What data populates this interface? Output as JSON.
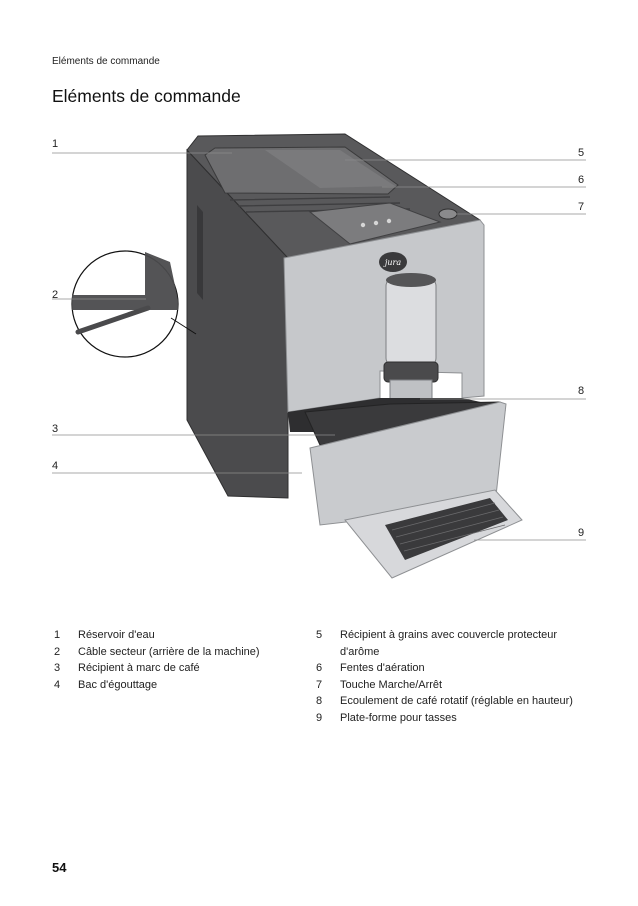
{
  "header": {
    "running_title": "Eléments de commande"
  },
  "title": "Eléments de commande",
  "logo": {
    "text": "jura"
  },
  "callouts": [
    "1",
    "2",
    "3",
    "4",
    "5",
    "6",
    "7",
    "8",
    "9"
  ],
  "legend_left": [
    {
      "num": "1",
      "text": "Réservoir d'eau"
    },
    {
      "num": "2",
      "text": "Câble secteur (arrière de la machine)"
    },
    {
      "num": "3",
      "text": "Récipient à marc de café"
    },
    {
      "num": "4",
      "text": "Bac d'égouttage"
    }
  ],
  "legend_right": [
    {
      "num": "5",
      "text": "Récipient à grains avec couvercle protecteur d'arôme"
    },
    {
      "num": "6",
      "text": "Fentes d'aération"
    },
    {
      "num": "7",
      "text": "Touche Marche/Arrêt"
    },
    {
      "num": "8",
      "text": "Ecoulement de café rotatif (réglable en hauteur)"
    },
    {
      "num": "9",
      "text": "Plate-forme pour tasses"
    }
  ],
  "page_number": "54"
}
